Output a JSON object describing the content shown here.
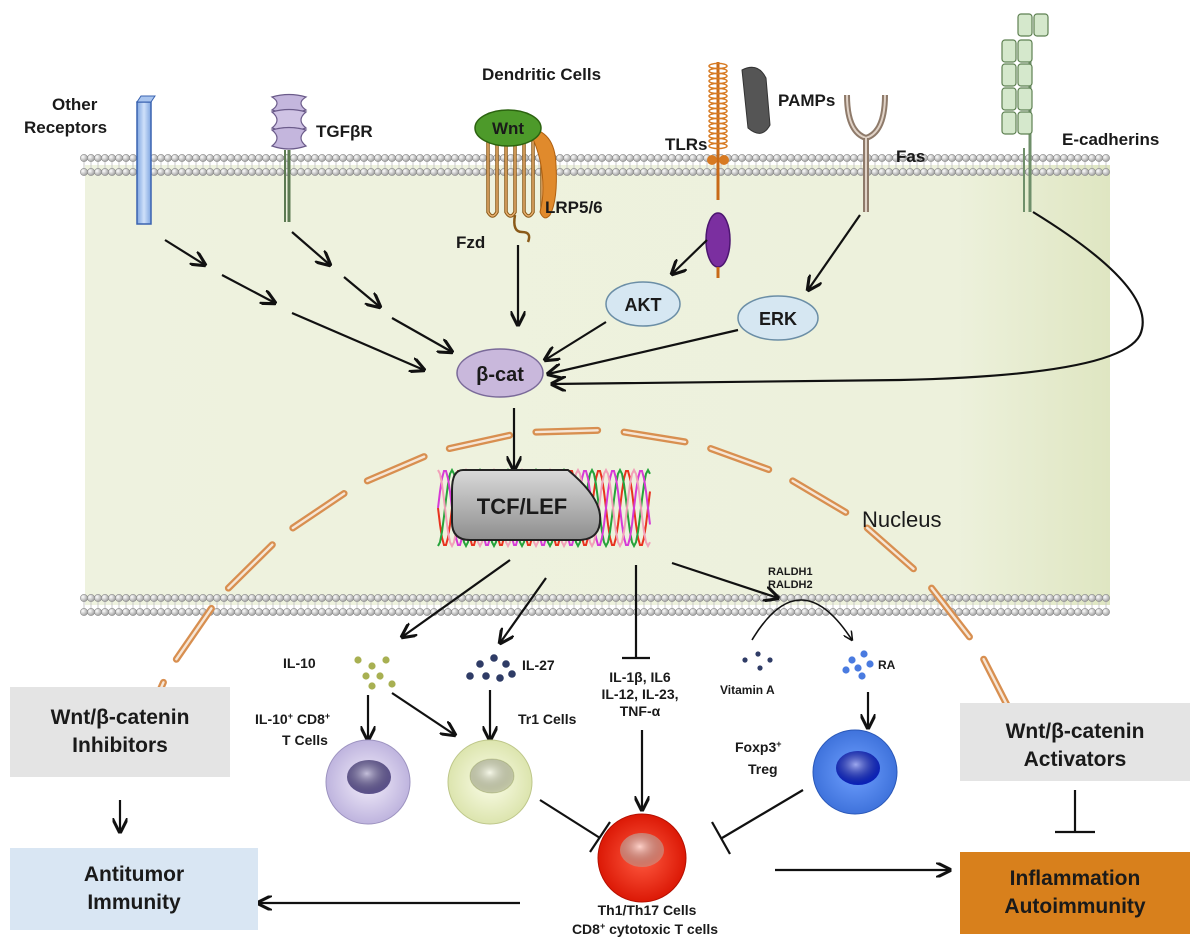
{
  "top": {
    "dendritic_cells": "Dendritic Cells",
    "pamps": "PAMPs"
  },
  "receptors": {
    "other_line1": "Other",
    "other_line2": "Receptors",
    "tgfbr": "TGFβR",
    "wnt": "Wnt",
    "lrp": "LRP5/6",
    "fzd": "Fzd",
    "tlrs": "TLRs",
    "fas": "Fas",
    "ecadherins": "E-cadherins"
  },
  "cytoplasm": {
    "akt": "AKT",
    "erk": "ERK",
    "bcat": "β-cat"
  },
  "nucleus": {
    "label": "Nucleus",
    "tcf": "TCF/LEF"
  },
  "mediators": {
    "raldh1": "RALDH1",
    "raldh2": "RALDH2",
    "il10": "IL-10",
    "il27": "IL-27",
    "cyto_line1": "IL-1β, IL6",
    "cyto_line2": "IL-12, IL-23,",
    "cyto_line3": "TNF-α",
    "vitamin_a": "Vitamin A",
    "ra": "RA"
  },
  "cells": {
    "il10_cd8_line1": "IL-10",
    "il10_cd8_sup": "+",
    "il10_cd8_line1b": " CD8",
    "il10_cd8_sup2": "+",
    "il10_cd8_line2": "T Cells",
    "tr1": "Tr1 Cells",
    "foxp3": "Foxp3",
    "foxp3_sup": "+",
    "treg": "Treg",
    "effector_line1": "Th1/Th17  Cells",
    "effector_line2a": "CD8",
    "effector_sup": "+",
    "effector_line2b": " cytotoxic T cells"
  },
  "boxes": {
    "inhibitors_line1": "Wnt/β-catenin",
    "inhibitors_line2": "Inhibitors",
    "activators_line1": "Wnt/β-catenin",
    "activators_line2": "Activators",
    "antitumor_line1": "Antitumor",
    "antitumor_line2": "Immunity",
    "inflammation_line1": "Inflammation",
    "inflammation_line2": "Autoimmunity"
  },
  "colors": {
    "cytoplasm": "#eef1df",
    "membrane_bead": "#b9b9b9",
    "bcat": "#c9b8dc",
    "kinase": "#d6e7f2",
    "inhibitor_box": "#e4e4e4",
    "antitumor_box": "#d9e6f3",
    "inflammation_box": "#d8801c",
    "nuclear_membrane": "#e3a065",
    "effector_cell": "#e81e10",
    "treg_cell": "#2f6ddb",
    "tr1_cell": "#edf2cf",
    "cd8_cell": "#c7bde0"
  }
}
